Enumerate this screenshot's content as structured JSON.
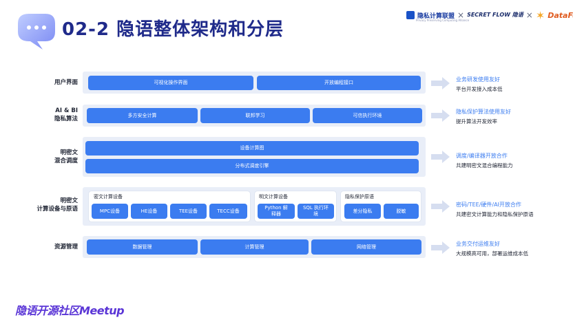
{
  "header": {
    "title": "02-2 隐语整体架构和分层",
    "logos": {
      "yinsi_name": "隐私计算联盟",
      "yinsi_sub": "Privacy Preserving Computing Alliance",
      "separator": "×",
      "secretflow": "SECRET FLOW",
      "secretflow_cn": "隐语",
      "datafun": "DataFun."
    }
  },
  "layers": [
    {
      "label": [
        "用户界面"
      ],
      "boxes": [
        "可视化操作界面",
        "开放编程接口"
      ],
      "note_title": "业务研发使用友好",
      "note_desc": "平台开发接入成本低"
    },
    {
      "label": [
        "AI & BI",
        "隐私算法"
      ],
      "boxes": [
        "多方安全计算",
        "联邦学习",
        "可信执行环境"
      ],
      "note_title": "隐私保护算法使用友好",
      "note_desc": "提升算法开发效率"
    },
    {
      "label": [
        "明密文",
        "混合调度"
      ],
      "boxes": [
        "设备计算图",
        "分布式调度引擎"
      ],
      "note_title": "调度/编译器开放合作",
      "note_desc": "共建明密文混合编程能力"
    },
    {
      "label": [
        "明密文",
        "计算设备与原语"
      ],
      "groups": [
        {
          "title": "密文计算设备",
          "boxes": [
            "MPC设备",
            "HE设备",
            "TEE设备",
            "TECC设备"
          ]
        },
        {
          "title": "明文计算设备",
          "boxes": [
            "Python 解释器",
            "SQL 执行环境"
          ]
        },
        {
          "title": "隐私保护原语",
          "boxes": [
            "差分隐私",
            "脱敏"
          ]
        }
      ],
      "note_title": "密码/TEE/硬件/AI开放合作",
      "note_desc": "共建密文计算能力和隐私保护原语"
    },
    {
      "label": [
        "资源管理"
      ],
      "boxes": [
        "数据管理",
        "计算管理",
        "网络管理"
      ],
      "note_title": "业务交付运维友好",
      "note_desc": "大规模高可用，部署运维成本低"
    }
  ],
  "footer": {
    "text": "隐语开源社区Meetup"
  },
  "colors": {
    "title": "#1f2a8a",
    "box_blue": "#3b7cf0",
    "layer_bg": "#e9eef8",
    "note_blue": "#3b7cf0",
    "footer_purple": "#5a35d6"
  }
}
